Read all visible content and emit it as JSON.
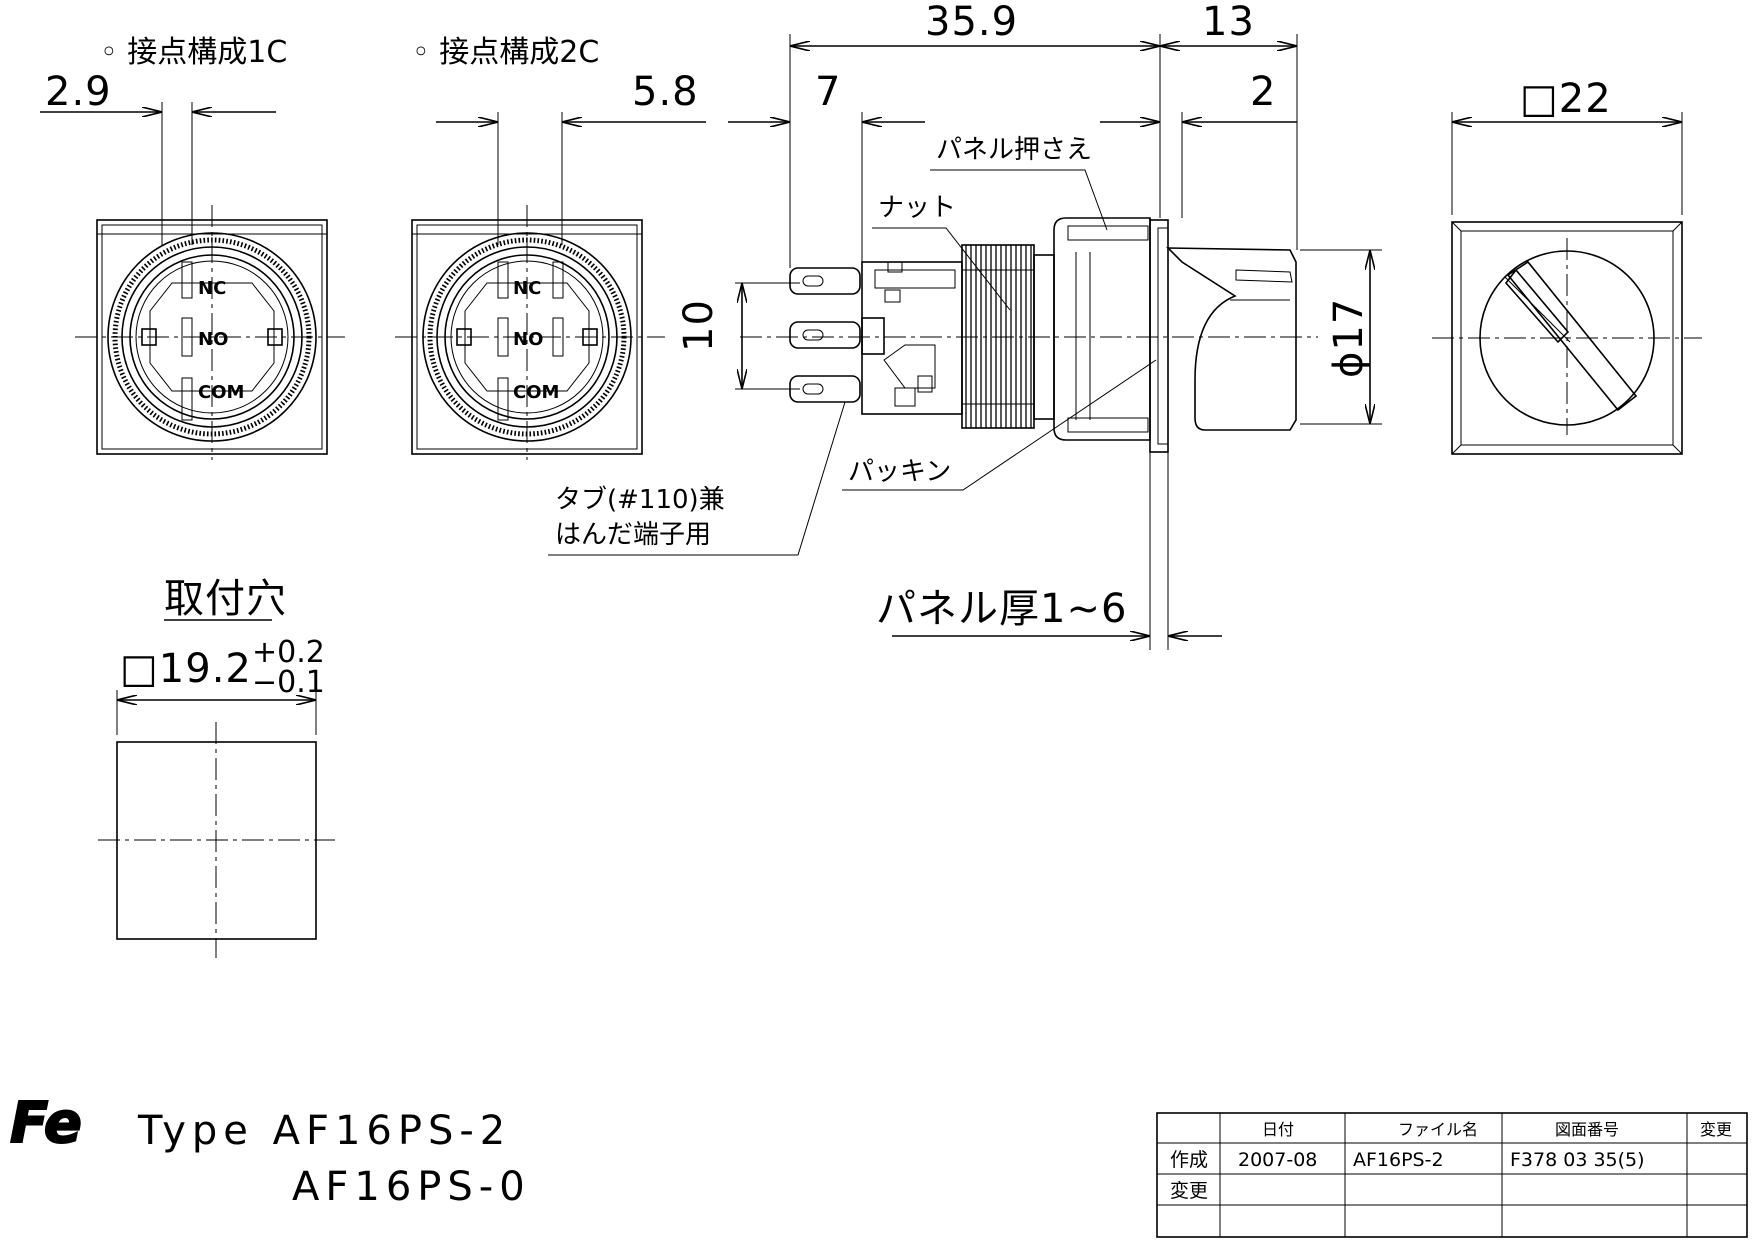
{
  "views": {
    "config_1c": {
      "label": "◦ 接点構成1C",
      "dim": "2.9"
    },
    "config_2c": {
      "label": "◦ 接点構成2C",
      "dim": "5.8"
    },
    "terminals": {
      "nc": "NC",
      "no": "NO",
      "com": "COM"
    },
    "side": {
      "dim_total": "35.9",
      "dim_front": "13",
      "dim_tab": "7",
      "dim_bezel": "2",
      "dim_pitch": "10",
      "dim_dia": "ϕ17",
      "label_panel_holder": "パネル押さえ",
      "label_nut": "ナット",
      "label_packing": "パッキン",
      "label_tab_line1": "タブ(#110)兼",
      "label_tab_line2": "はんだ端子用",
      "label_panel_thickness": "パネル厚1~6"
    },
    "front": {
      "dim_square": "□22"
    },
    "mounting": {
      "title": "取付穴",
      "dim_main": "□19.2",
      "tol_plus": "+0.2",
      "tol_minus": "−0.1"
    }
  },
  "logo": {
    "text": "Fe"
  },
  "type_block": {
    "line1": "Type AF16PS-2",
    "line2": "AF16PS-0"
  },
  "title_block": {
    "headers": [
      "",
      "日付",
      "ファイル名",
      "図面番号",
      "変更"
    ],
    "rows": [
      [
        "作成",
        "2007-08",
        "AF16PS-2",
        "F378 03 35(5)",
        ""
      ],
      [
        "変更",
        "",
        "",
        "",
        ""
      ],
      [
        "",
        "",
        "",
        "",
        ""
      ]
    ]
  }
}
